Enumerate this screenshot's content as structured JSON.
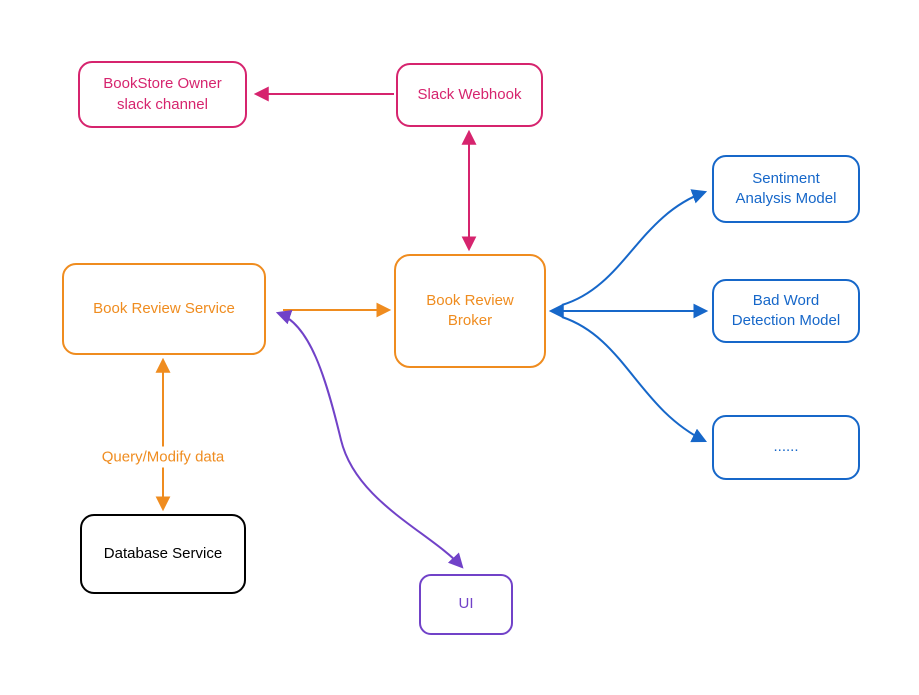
{
  "diagram": {
    "nodes": {
      "bookstore_owner": {
        "label": "BookStore Owner\nslack channel",
        "color": "#d6246e"
      },
      "slack_webhook": {
        "label": "Slack Webhook",
        "color": "#d6246e"
      },
      "book_review_service": {
        "label": "Book Review Service",
        "color": "#ef8c1f"
      },
      "book_review_broker": {
        "label": "Book Review\nBroker",
        "color": "#ef8c1f"
      },
      "sentiment_model": {
        "label": "Sentiment\nAnalysis Model",
        "color": "#1667c9"
      },
      "bad_word_model": {
        "label": "Bad Word\nDetection Model",
        "color": "#1667c9"
      },
      "more_models": {
        "label": "......",
        "color": "#1667c9"
      },
      "database_service": {
        "label": "Database Service",
        "color": "#000000"
      },
      "ui": {
        "label": "UI",
        "color": "#7142c8"
      }
    },
    "edge_labels": {
      "query_modify_data": "Query/Modify data"
    },
    "edges": [
      {
        "from": "slack_webhook",
        "to": "bookstore_owner",
        "direction": "one-way",
        "color": "#d6246e"
      },
      {
        "from": "slack_webhook",
        "to": "book_review_broker",
        "direction": "two-way",
        "color": "#d6246e"
      },
      {
        "from": "book_review_service",
        "to": "book_review_broker",
        "direction": "one-way",
        "color": "#ef8c1f"
      },
      {
        "from": "book_review_service",
        "to": "database_service",
        "direction": "two-way",
        "color": "#ef8c1f",
        "label": "Query/Modify data"
      },
      {
        "from": "book_review_broker",
        "to": "sentiment_model",
        "direction": "two-way",
        "color": "#1667c9"
      },
      {
        "from": "book_review_broker",
        "to": "bad_word_model",
        "direction": "two-way",
        "color": "#1667c9"
      },
      {
        "from": "book_review_broker",
        "to": "more_models",
        "direction": "two-way",
        "color": "#1667c9"
      },
      {
        "from": "ui",
        "to": "book_review_service",
        "direction": "two-way",
        "color": "#7142c8"
      }
    ],
    "colors": {
      "pink": "#d6246e",
      "orange": "#ef8c1f",
      "blue": "#1667c9",
      "purple": "#7142c8",
      "black": "#000000",
      "background": "#ffffff"
    }
  }
}
